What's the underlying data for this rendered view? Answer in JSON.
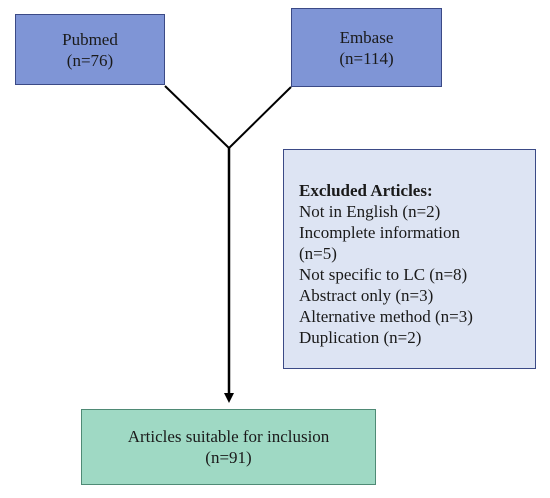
{
  "sources": {
    "pubmed": {
      "name": "Pubmed",
      "count": "(n=76)"
    },
    "embase": {
      "name": "Embase",
      "count": "(n=114)"
    }
  },
  "excluded": {
    "title": "Excluded Articles:",
    "items": [
      "Not in English (n=2)",
      "Incomplete information",
      "(n=5)",
      "Not specific to LC (n=8)",
      "Abstract only (n=3)",
      "Alternative method (n=3)",
      "Duplication (n=2)"
    ]
  },
  "included": {
    "label": "Articles suitable for inclusion",
    "count": "(n=91)"
  },
  "colors": {
    "source_fill": "#7f95d6",
    "excluded_fill": "#dde4f3",
    "included_fill": "#9fd9c4",
    "border": "#3b4a86",
    "line": "#000000"
  }
}
